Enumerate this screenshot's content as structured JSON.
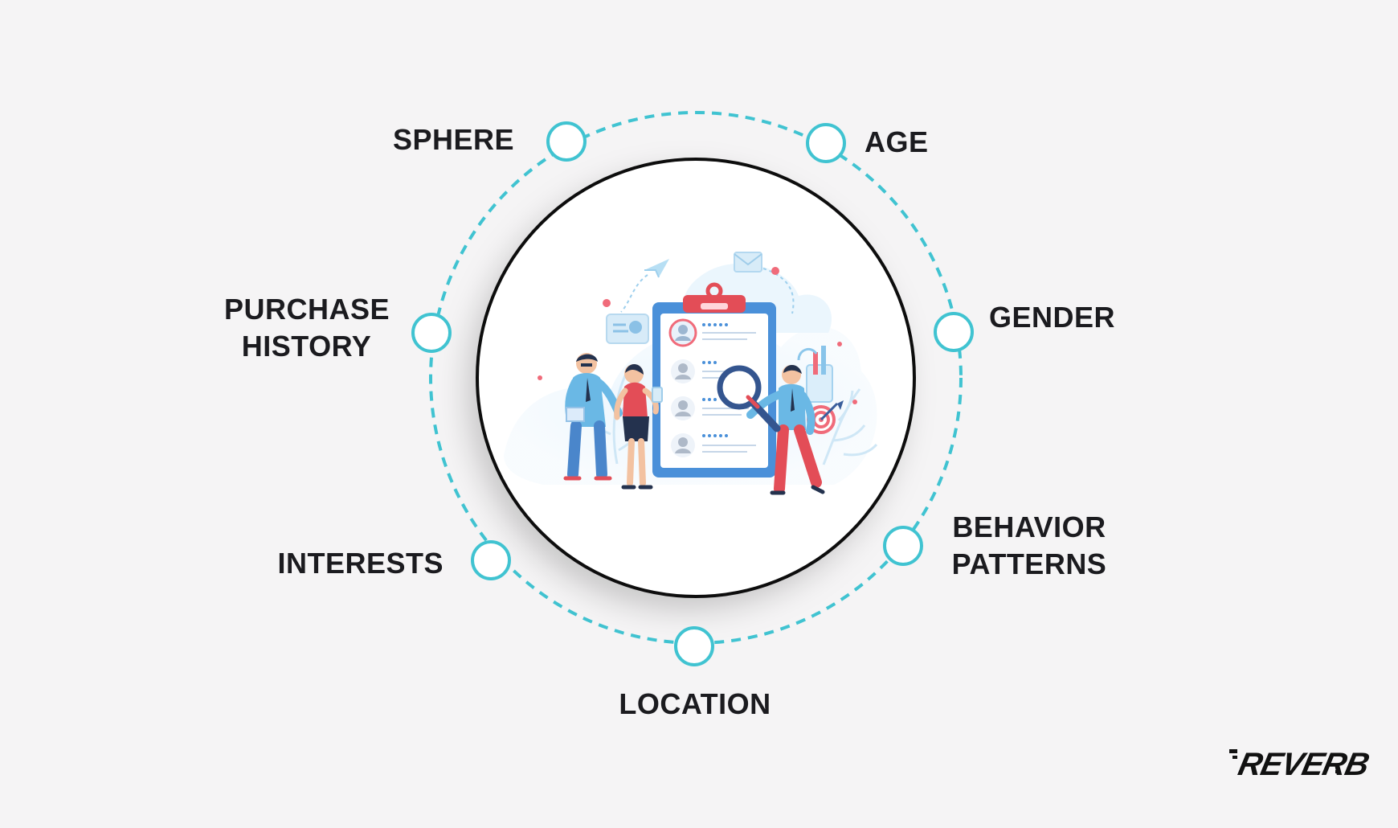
{
  "labels": {
    "sphere": "SPHERE",
    "age": "AGE",
    "purchase_history": [
      "PURCHASE",
      "HISTORY"
    ],
    "gender": "GENDER",
    "interests": "INTERESTS",
    "behavior_patterns": [
      "BEHAVIOR",
      "PATTERNS"
    ],
    "location": "LOCATION"
  },
  "brand": {
    "name": "REVERB"
  },
  "colors": {
    "background": "#f5f4f5",
    "ring": "#40c3d1",
    "text": "#1b1b1f",
    "center_circle": "#ffffff",
    "center_border": "#111111",
    "figure_blue": "#4a90d9",
    "figure_red": "#e34d57",
    "accent_pink": "#f06b7a",
    "light_blue": "#d8ecf8"
  },
  "illustration": {
    "type": "analytics team reviewing profile checklist",
    "icons": [
      "paper-plane-icon",
      "envelope-icon",
      "magnifying-glass-icon",
      "target-icon",
      "clipboard-icon",
      "user-card-icon"
    ]
  }
}
